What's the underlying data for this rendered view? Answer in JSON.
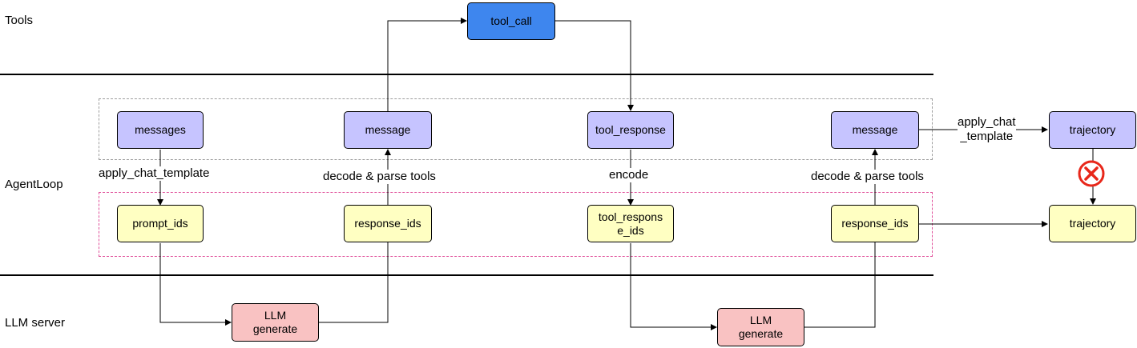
{
  "lanes": {
    "tools": "Tools",
    "agent_loop": "AgentLoop",
    "llm_server": "LLM server"
  },
  "nodes": {
    "tool_call": "tool_call",
    "messages": "messages",
    "message_1": "message",
    "tool_response": "tool_response",
    "message_2": "message",
    "trajectory_top": "trajectory",
    "prompt_ids": "prompt_ids",
    "response_ids_1": "response_ids",
    "tool_response_ids": "tool_respons\ne_ids",
    "response_ids_2": "response_ids",
    "trajectory_bottom": "trajectory",
    "llm_generate_1": "LLM\ngenerate",
    "llm_generate_2": "LLM\ngenerate"
  },
  "edge_labels": {
    "apply_chat_template": "apply_chat_template",
    "decode_parse_1": "decode & parse tools",
    "encode": "encode",
    "decode_parse_2": "decode & parse tools",
    "apply_chat_template_split": "apply_chat\n_template"
  },
  "colors": {
    "message_node": "#c6c4ff",
    "ids_node": "#ffffc2",
    "llm_node": "#f9c2c2",
    "tool_node": "#3e86ee",
    "message_group_border": "#9e9e9e",
    "ids_group_border": "#e0509a",
    "blocked_marker": "#e8271a"
  },
  "icons": {
    "blocked_marker": "x-circle-icon"
  }
}
